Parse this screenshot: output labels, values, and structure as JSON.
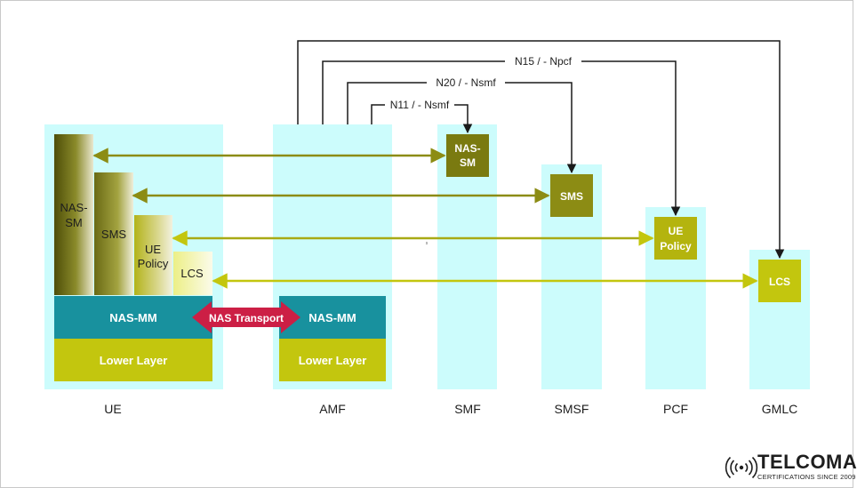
{
  "colors": {
    "column_bg": "#ccfcfc",
    "olive": "#8c8c14",
    "olive_dark": "#7a7a10",
    "lime": "#c3c60e",
    "teal": "#18919e",
    "nas_transport": "#cc1f45",
    "arrow_black": "#1a1a1a"
  },
  "nodes": {
    "ue": "UE",
    "amf": "AMF",
    "smf": "SMF",
    "smsf": "SMSF",
    "pcf": "PCF",
    "gmlc": "GMLC"
  },
  "ue_stack": {
    "nas_sm": [
      "NAS-",
      "SM"
    ],
    "sms": "SMS",
    "ue_policy": [
      "UE",
      "Policy"
    ],
    "lcs": "LCS",
    "nas_mm": "NAS-MM",
    "lower_layer": "Lower Layer"
  },
  "amf_stack": {
    "nas_mm": "NAS-MM",
    "lower_layer": "Lower Layer"
  },
  "nas_transport": "NAS Transport",
  "peer_boxes": {
    "smf_box": [
      "NAS-",
      "SM"
    ],
    "smsf_box": "SMS",
    "pcf_box": [
      "UE",
      "Policy"
    ],
    "gmlc_box": "LCS"
  },
  "interfaces": {
    "n11": "N11 / - Nsmf",
    "n20": "N20 / - Nsmf",
    "n15": "N15 / - Npcf"
  },
  "stray_mark": "s",
  "logo": {
    "name": "TELCOMA",
    "tagline": "CERTIFICATIONS SINCE 2009"
  }
}
